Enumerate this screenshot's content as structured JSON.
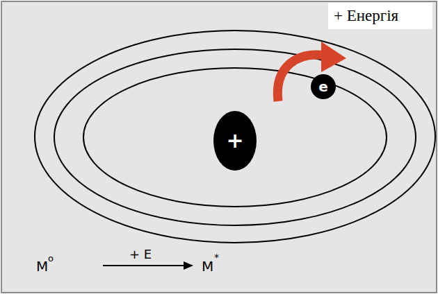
{
  "diagram": {
    "nodes": [
      {
        "text": [
          "+"
        ]
      },
      {
        "text": [
          "e"
        ]
      }
    ],
    "labels": [
      "+ Енергія",
      "M",
      "o",
      "+ E",
      "M",
      "*"
    ]
  }
}
